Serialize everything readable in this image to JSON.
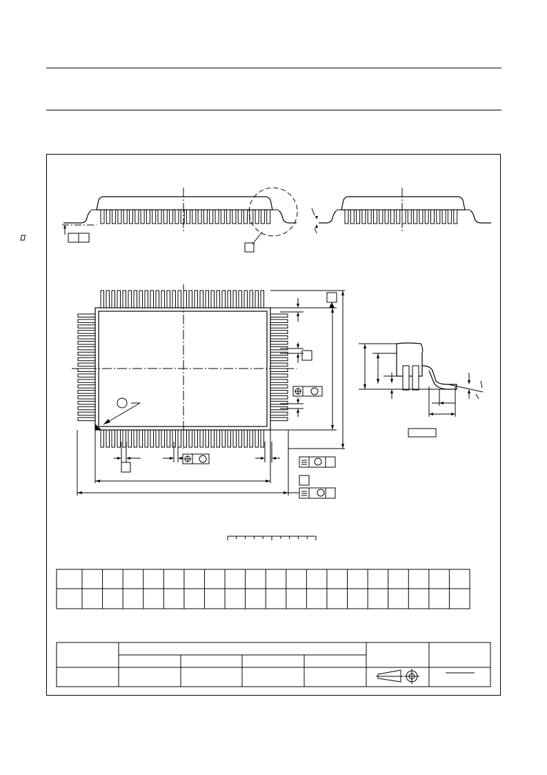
{
  "page": {
    "title": "",
    "subtitle": ""
  },
  "drawing": {
    "dimension_table": {
      "rows": 2,
      "columns": 20
    },
    "identification_table": {
      "rows": 3
    },
    "scale_bar": {
      "ticks": 10
    }
  },
  "colors": {
    "ink": "#000000",
    "paper": "#ffffff",
    "leg_fill": "#ffffff"
  }
}
